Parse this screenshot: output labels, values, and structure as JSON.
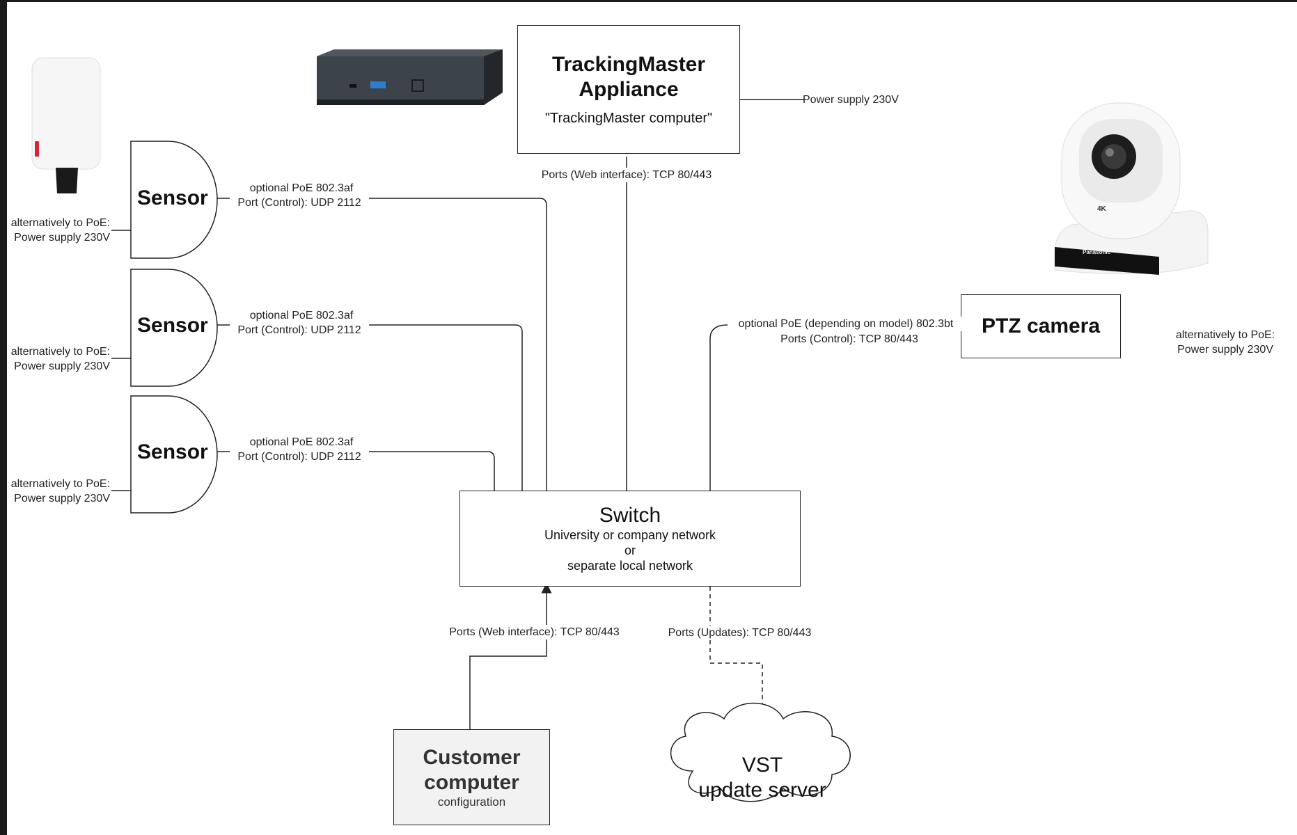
{
  "appliance": {
    "title_line1": "TrackingMaster",
    "title_line2": "Appliance",
    "subtitle": "\"TrackingMaster computer\"",
    "power": "Power supply 230V",
    "port_label": "Ports (Web interface): TCP 80/443"
  },
  "sensors": [
    {
      "label": "Sensor",
      "poe": "optional PoE 802.3af",
      "port": "Port (Control): UDP 2112",
      "alt_line1": "alternatively to PoE:",
      "alt_line2": "Power supply 230V"
    },
    {
      "label": "Sensor",
      "poe": "optional PoE 802.3af",
      "port": "Port (Control): UDP 2112",
      "alt_line1": "alternatively to PoE:",
      "alt_line2": "Power supply 230V"
    },
    {
      "label": "Sensor",
      "poe": "optional PoE 802.3af",
      "port": "Port (Control): UDP 2112",
      "alt_line1": "alternatively to PoE:",
      "alt_line2": "Power supply 230V"
    }
  ],
  "ptz": {
    "title": "PTZ camera",
    "poe": "optional PoE (depending on model) 802.3bt",
    "port": "Ports (Control): TCP 80/443",
    "alt_line1": "alternatively to PoE:",
    "alt_line2": "Power supply 230V",
    "brand": "Panasonic",
    "badge": "4K"
  },
  "switch": {
    "title": "Switch",
    "line1": "University or company network",
    "line2": "or",
    "line3": "separate local network"
  },
  "customer": {
    "title_line1": "Customer",
    "title_line2": "computer",
    "subtitle": "configuration",
    "port_label": "Ports (Web interface): TCP 80/443"
  },
  "server": {
    "title_line1": "VST",
    "title_line2": "update server",
    "port_label": "Ports (Updates): TCP 80/443"
  },
  "colors": {
    "line": "#222222",
    "box_border": "#222222",
    "customer_fill": "#f2f2f2",
    "background": "#ffffff"
  }
}
